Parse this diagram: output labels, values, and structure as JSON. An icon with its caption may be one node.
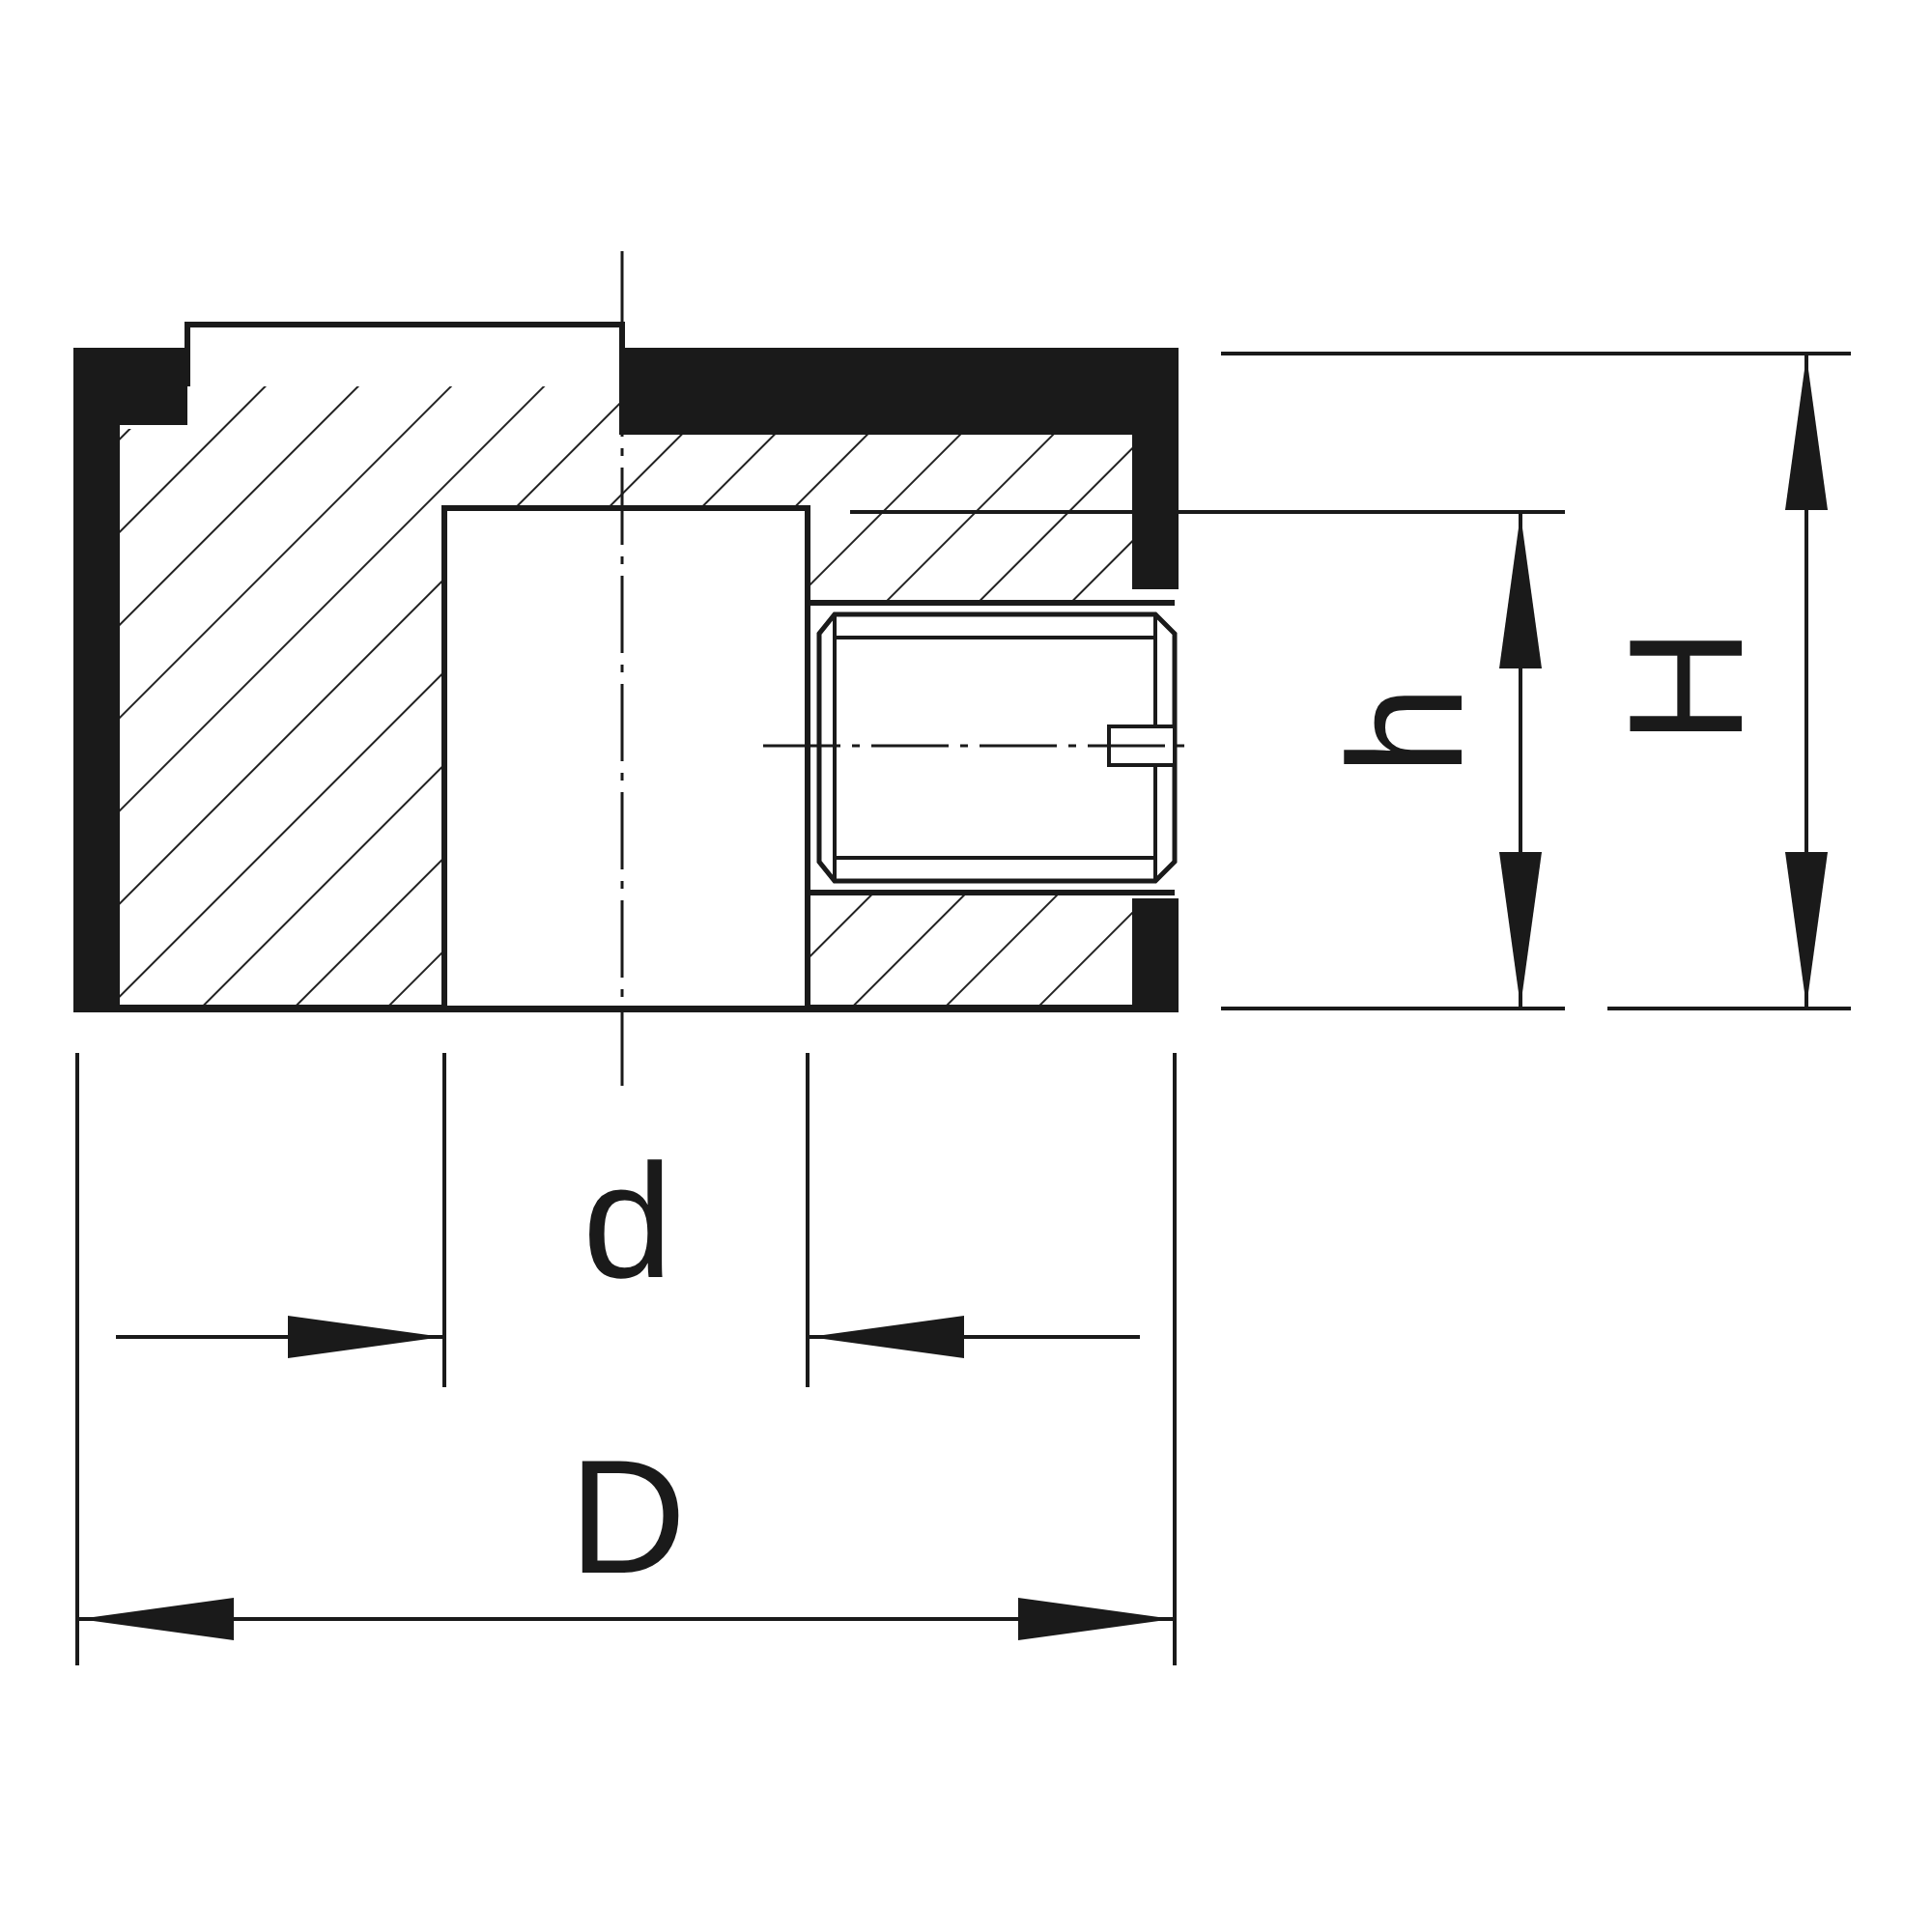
{
  "diagram": {
    "labels": [
      "H",
      "h",
      "d",
      "D"
    ]
  }
}
